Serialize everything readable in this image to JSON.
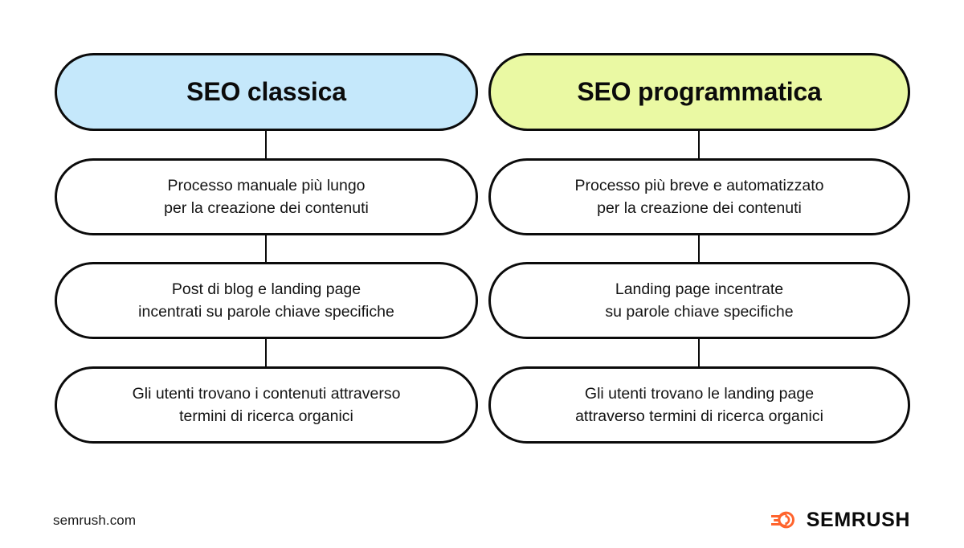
{
  "page": {
    "background_color": "#ffffff",
    "border_color": "#0b0b0b",
    "text_color": "#141414"
  },
  "columns": [
    {
      "id": "seo-classica",
      "header": {
        "label": "SEO classica",
        "fill_color": "#c5e8fb"
      },
      "items": [
        {
          "label": "Processo manuale più lungo\nper la creazione dei contenuti"
        },
        {
          "label": "Post di blog e landing page\nincentrati su parole chiave specifiche"
        },
        {
          "label": "Gli utenti trovano i contenuti attraverso\ntermini di ricerca organici"
        }
      ]
    },
    {
      "id": "seo-programmatica",
      "header": {
        "label": "SEO programmatica",
        "fill_color": "#eaf9a3"
      },
      "items": [
        {
          "label": "Processo più breve e automatizzato\nper la creazione dei contenuti"
        },
        {
          "label": "Landing page incentrate\nsu parole chiave specifiche"
        },
        {
          "label": "Gli utenti trovano le landing page\nattraverso termini di ricerca organici"
        }
      ]
    }
  ],
  "footer": {
    "url": "semrush.com",
    "brand": {
      "name": "SEMRUSH",
      "mark_icon": "semrush-comet-icon",
      "mark_color": "#ff642d"
    }
  }
}
